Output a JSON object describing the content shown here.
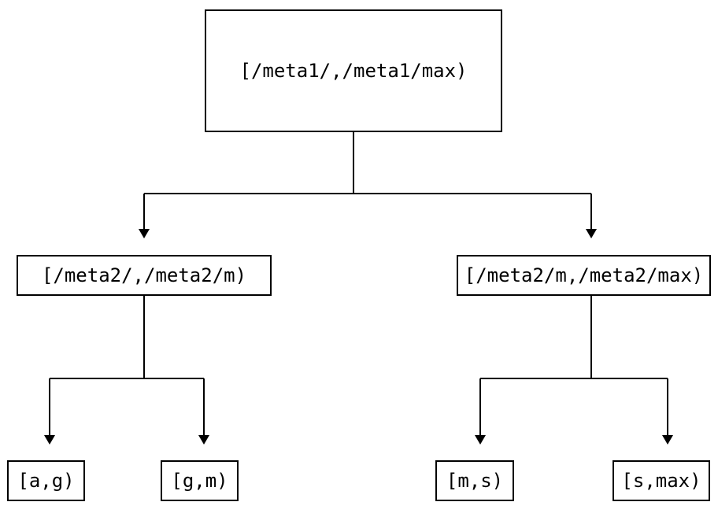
{
  "diagram": {
    "type": "tree",
    "background_color": "#ffffff",
    "line_color": "#000000",
    "nodes": {
      "root": {
        "label": "[/meta1/,/meta1/max)"
      },
      "meta2_low": {
        "label": "[/meta2/,/meta2/m)"
      },
      "meta2_high": {
        "label": "[/meta2/m,/meta2/max)"
      },
      "leaf_ag": {
        "label": "[a,g)"
      },
      "leaf_gm": {
        "label": "[g,m)"
      },
      "leaf_ms": {
        "label": "[m,s)"
      },
      "leaf_smax": {
        "label": "[s,max)"
      }
    },
    "edges": [
      {
        "from": "root",
        "to": "meta2_low",
        "arrow": "down"
      },
      {
        "from": "root",
        "to": "meta2_high",
        "arrow": "down"
      },
      {
        "from": "meta2_low",
        "to": "leaf_ag",
        "arrow": "down"
      },
      {
        "from": "meta2_low",
        "to": "leaf_gm",
        "arrow": "down"
      },
      {
        "from": "meta2_high",
        "to": "leaf_ms",
        "arrow": "down"
      },
      {
        "from": "meta2_high",
        "to": "leaf_smax",
        "arrow": "down"
      }
    ]
  }
}
